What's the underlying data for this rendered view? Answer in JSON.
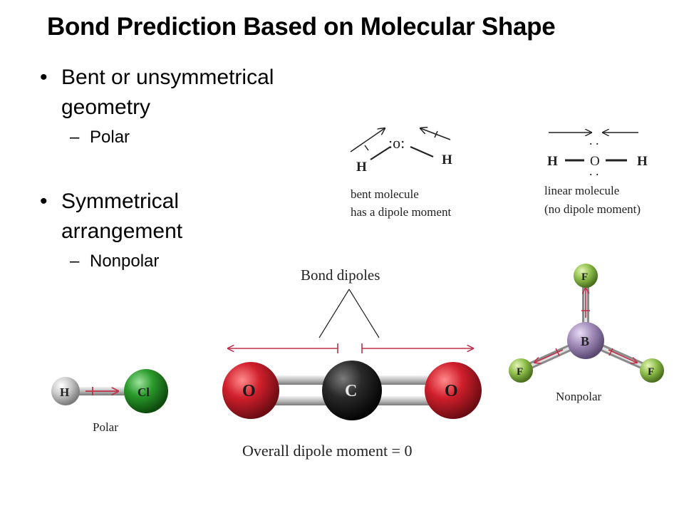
{
  "slide": {
    "title": "Bond Prediction Based on Molecular Shape",
    "bullets": [
      {
        "bullet": "•",
        "text_lines": [
          "Bent or unsymmetrical",
          "geometry"
        ],
        "sub": {
          "dash": "–",
          "text": "Polar"
        }
      },
      {
        "bullet": "•",
        "text_lines": [
          "Symmetrical",
          "arrangement"
        ],
        "sub": {
          "dash": "–",
          "text": "Nonpolar"
        }
      }
    ]
  },
  "water": {
    "atoms": {
      "o_label": ":o:",
      "h1": "H",
      "h2": "H"
    },
    "caption_lines": [
      "bent molecule",
      "has a dipole moment"
    ]
  },
  "linear": {
    "atoms": {
      "h1": "H",
      "o": "O",
      "h2": "H",
      "dots": ". ."
    },
    "caption_lines": [
      "linear molecule",
      "(no dipole moment)"
    ]
  },
  "hcl": {
    "atom1": "H",
    "atom2": "Cl",
    "caption": "Polar"
  },
  "co2": {
    "bond_dipoles_label": "Bond dipoles",
    "atom_left": "O",
    "atom_center": "C",
    "atom_right": "O",
    "overall": "Overall dipole moment  =  0"
  },
  "bf3": {
    "center": "B",
    "top": "F",
    "left": "F",
    "right": "F",
    "caption": "Nonpolar"
  },
  "colors": {
    "dipole_arrow": "#c0304a",
    "oxygen": "#c8202a",
    "carbon": "#2a2a2a",
    "chlorine": "#2a9a2a",
    "fluorine": "#8fbf4a",
    "boron": "#a08ab8"
  }
}
